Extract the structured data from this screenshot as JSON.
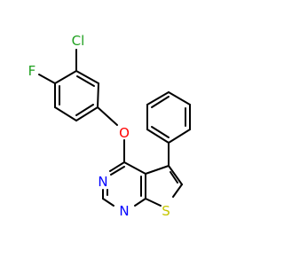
{
  "molecule": {
    "atoms": {
      "cl": {
        "symbol": "Cl",
        "color": "#1fa01f"
      },
      "f": {
        "symbol": "F",
        "color": "#1fa01f"
      },
      "o": {
        "symbol": "O",
        "color": "#ff0000"
      },
      "n_upper": {
        "symbol": "N",
        "color": "#0000ff"
      },
      "n_lower": {
        "symbol": "N",
        "color": "#0000ff"
      },
      "s": {
        "symbol": "S",
        "color": "#c6c600"
      }
    },
    "bond_color": "#000000",
    "background": "#ffffff"
  }
}
